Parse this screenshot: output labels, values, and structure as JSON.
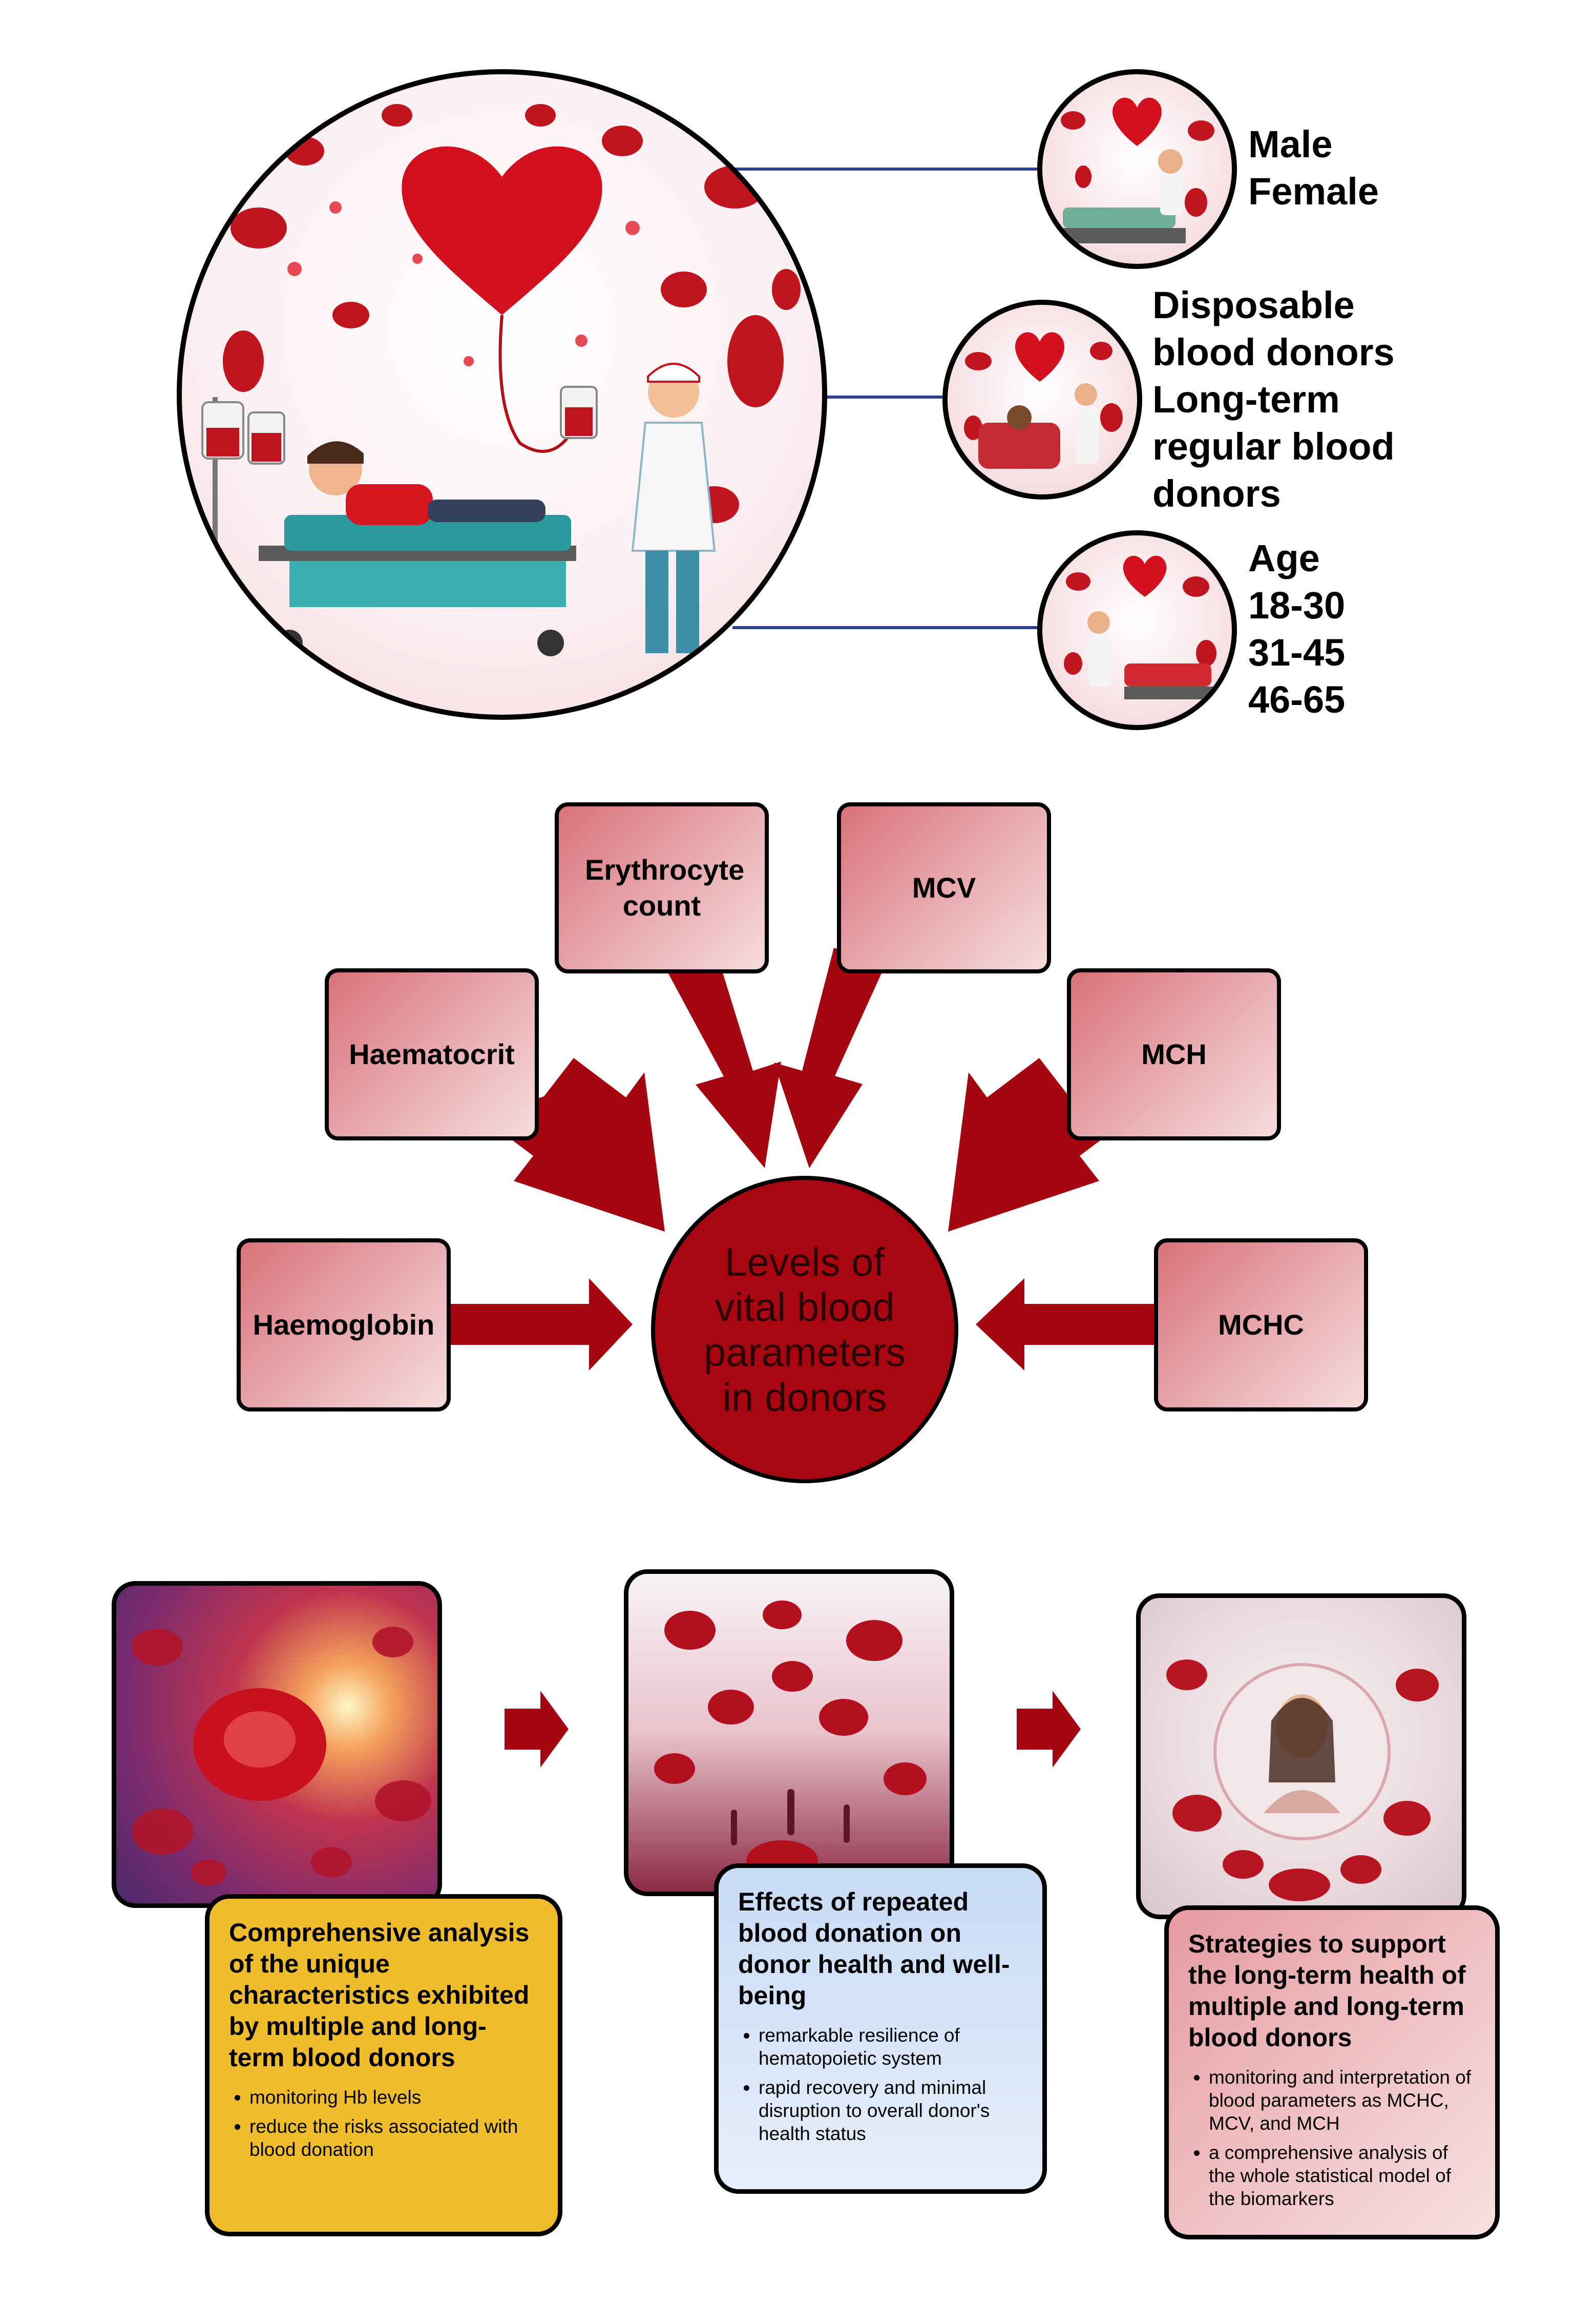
{
  "donor_groups": [
    {
      "lines": [
        "Male",
        "Female"
      ]
    },
    {
      "lines": [
        "Disposable",
        "blood donors",
        "Long-term",
        "regular blood",
        "donors"
      ]
    },
    {
      "lines": [
        "Age",
        "18-30",
        "31-45",
        "46-65"
      ]
    }
  ],
  "parameters": {
    "haemoglobin": "Haemoglobin",
    "haematocrit": "Haematocrit",
    "erythrocyte_count": "Erythrocyte count",
    "mcv": "MCV",
    "mch": "MCH",
    "mchc": "MCHC"
  },
  "center_label": "Levels of vital blood parameters in donors",
  "steps": [
    {
      "title": "Comprehensive analysis of the unique characteristics exhibited by multiple and long-term blood donors",
      "bullets": [
        "monitoring Hb levels",
        "reduce the risks associated with blood donation"
      ]
    },
    {
      "title": "Effects of repeated blood donation on donor health and well-being",
      "bullets": [
        "remarkable resilience of hematopoietic system",
        "rapid recovery and minimal disruption to overall donor's health status"
      ]
    },
    {
      "title": "Strategies to support the long-term health of multiple and long-term blood donors",
      "bullets": [
        "monitoring and interpretation of blood parameters as MCHC, MCV, and MCH",
        "a comprehensive analysis of the whole statistical model of the biomarkers"
      ]
    }
  ],
  "colors": {
    "arrow": "#a50710",
    "center": "#a80712",
    "connector": "#2f3f8f",
    "box1": "#efbd2c",
    "box2": "#cfe0f7",
    "box3": "#eaa6ab"
  }
}
